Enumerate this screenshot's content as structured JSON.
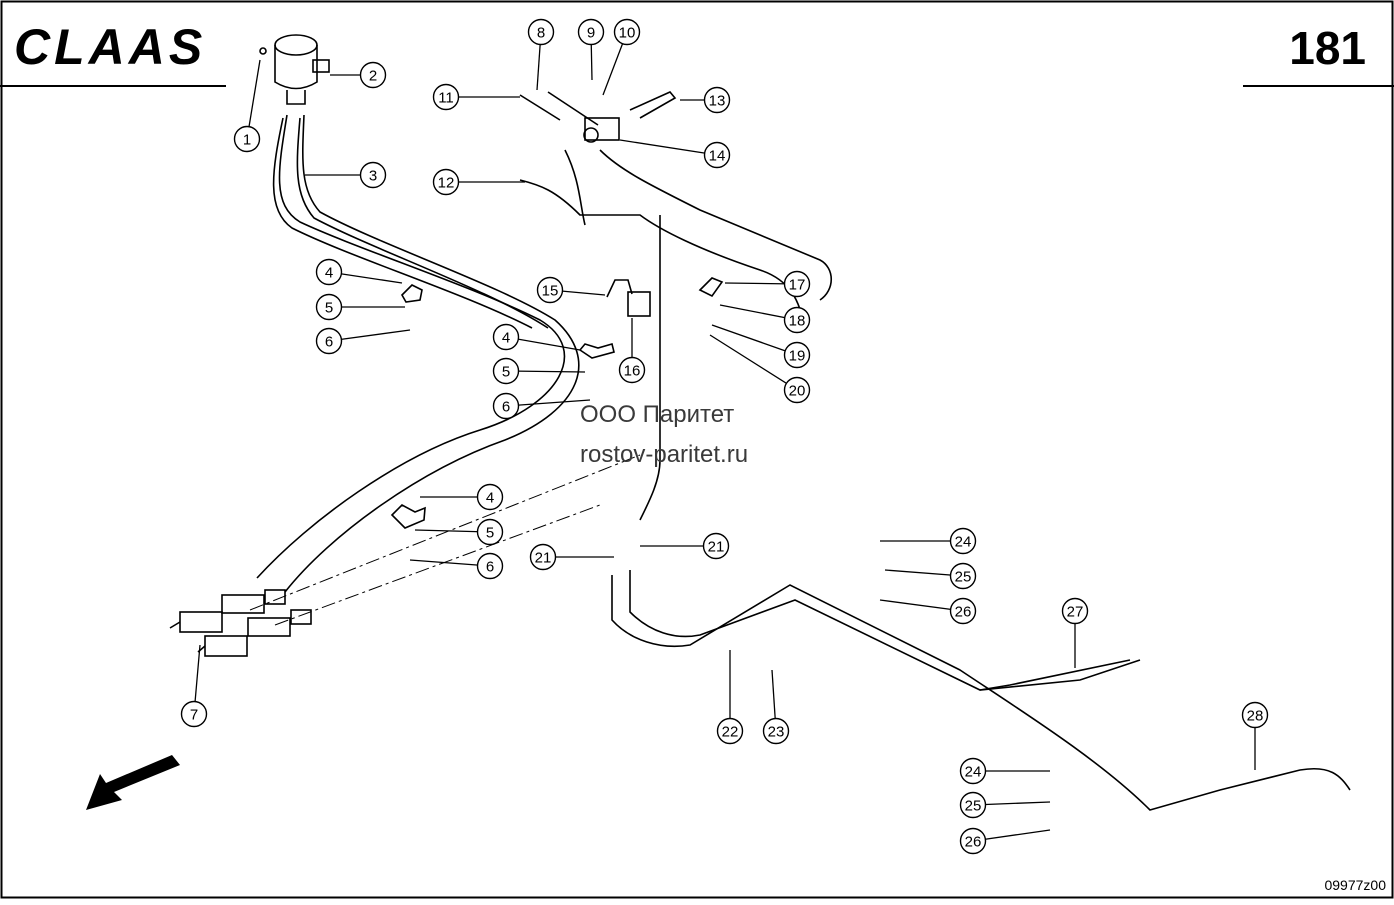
{
  "header": {
    "brand": "CLAAS",
    "page_number": "181"
  },
  "footer": {
    "drawing_code": "09977z00"
  },
  "watermark": {
    "line1": "ООО Паритет",
    "line2": "rostov-paritet.ru"
  },
  "callouts": [
    {
      "label": "1"
    },
    {
      "label": "2"
    },
    {
      "label": "3"
    },
    {
      "label": "4"
    },
    {
      "label": "5"
    },
    {
      "label": "6"
    },
    {
      "label": "7"
    },
    {
      "label": "8"
    },
    {
      "label": "9"
    },
    {
      "label": "10"
    },
    {
      "label": "11"
    },
    {
      "label": "12"
    },
    {
      "label": "13"
    },
    {
      "label": "14"
    },
    {
      "label": "15"
    },
    {
      "label": "16"
    },
    {
      "label": "17"
    },
    {
      "label": "18"
    },
    {
      "label": "19"
    },
    {
      "label": "20"
    },
    {
      "label": "4"
    },
    {
      "label": "5"
    },
    {
      "label": "6"
    },
    {
      "label": "4"
    },
    {
      "label": "5"
    },
    {
      "label": "6"
    },
    {
      "label": "21"
    },
    {
      "label": "21"
    },
    {
      "label": "24"
    },
    {
      "label": "25"
    },
    {
      "label": "26"
    },
    {
      "label": "27"
    },
    {
      "label": "22"
    },
    {
      "label": "23"
    },
    {
      "label": "28"
    },
    {
      "label": "24"
    },
    {
      "label": "25"
    },
    {
      "label": "26"
    }
  ]
}
